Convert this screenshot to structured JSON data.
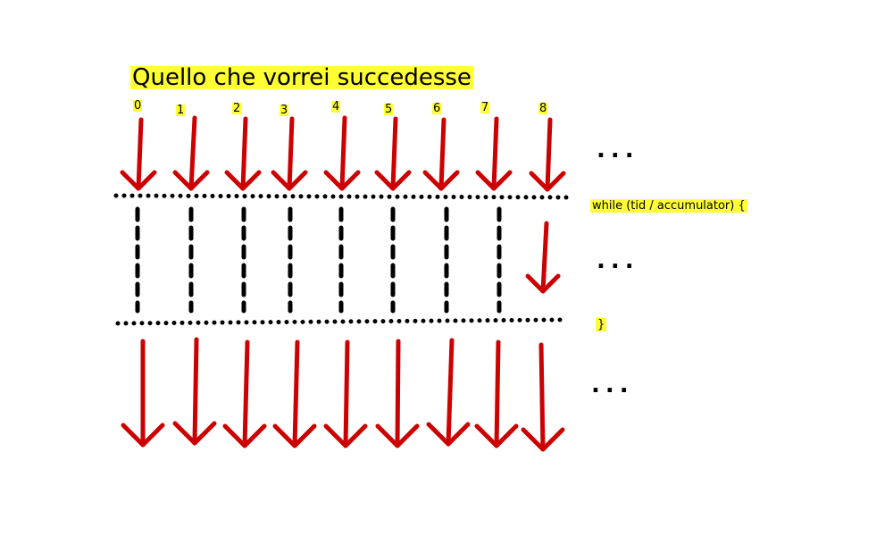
{
  "title": "Quello che vorrei succedesse",
  "thread_indices": [
    "0",
    "1",
    "2",
    "3",
    "4",
    "5",
    "6",
    "7",
    "8"
  ],
  "loop": {
    "open": "while (tid / accumulator)  {",
    "close": "}"
  },
  "ellipsis": "...",
  "colors": {
    "arrow": "#cc0000",
    "highlight": "#ffff33",
    "dots": "#000000"
  }
}
